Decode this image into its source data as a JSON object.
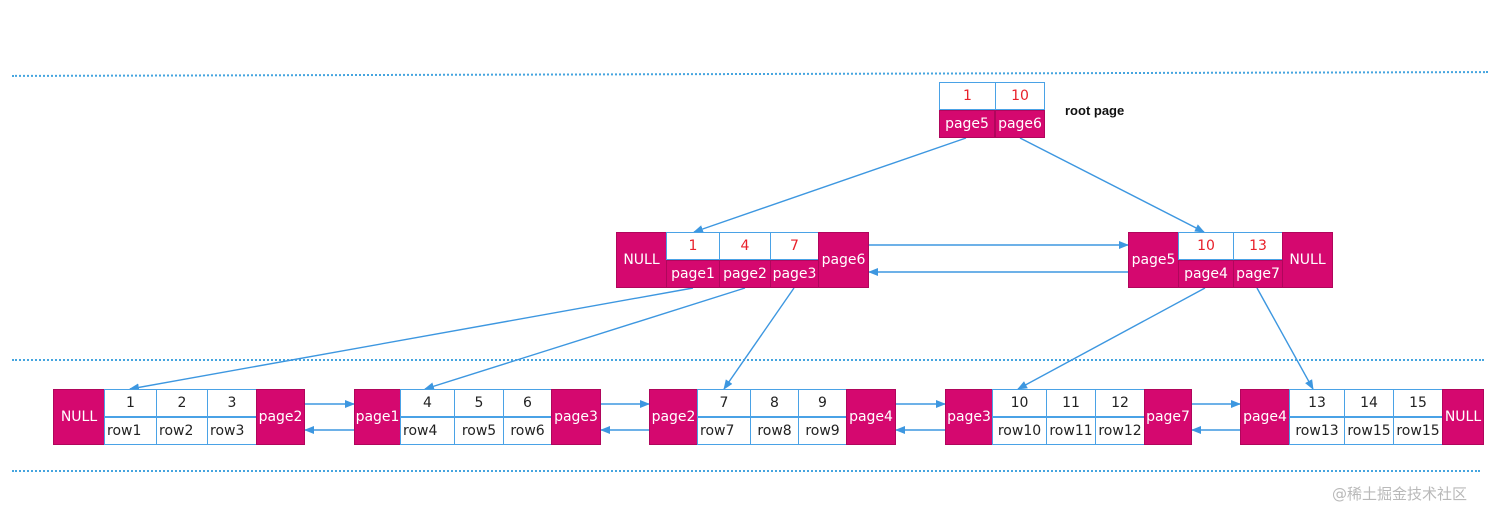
{
  "root": {
    "label": "root page",
    "keys": [
      "1",
      "10"
    ],
    "pointers": [
      "page5",
      "page6"
    ]
  },
  "level1": {
    "left": {
      "prev": "NULL",
      "keys": [
        "1",
        "4",
        "7"
      ],
      "pointers": [
        "page1",
        "page2",
        "page3"
      ],
      "next": "page6"
    },
    "right": {
      "prev": "page5",
      "keys": [
        "10",
        "13"
      ],
      "pointers": [
        "page4",
        "page7"
      ],
      "next": "NULL"
    }
  },
  "leaves": [
    {
      "prev": "NULL",
      "keys": [
        "1",
        "2",
        "3"
      ],
      "rows": [
        "row1",
        "row2",
        "row3"
      ],
      "next": "page2"
    },
    {
      "prev": "page1",
      "keys": [
        "4",
        "5",
        "6"
      ],
      "rows": [
        "row4",
        "row5",
        "row6"
      ],
      "next": "page3"
    },
    {
      "prev": "page2",
      "keys": [
        "7",
        "8",
        "9"
      ],
      "rows": [
        "row7",
        "row8",
        "row9"
      ],
      "next": "page4"
    },
    {
      "prev": "page3",
      "keys": [
        "10",
        "11",
        "12"
      ],
      "rows": [
        "row10",
        "row11",
        "row12"
      ],
      "next": "page7"
    },
    {
      "prev": "page4",
      "keys": [
        "13",
        "14",
        "15"
      ],
      "rows": [
        "row13",
        "row15",
        "row15"
      ],
      "next": "NULL"
    }
  ],
  "watermark": "@稀土掘金技术社区",
  "colors": {
    "page_fill": "#d5086f",
    "cell_border": "#4aa2e6",
    "key_red": "#e8202a",
    "arrow": "#3d97e0",
    "level_divider": "#45a5df"
  }
}
